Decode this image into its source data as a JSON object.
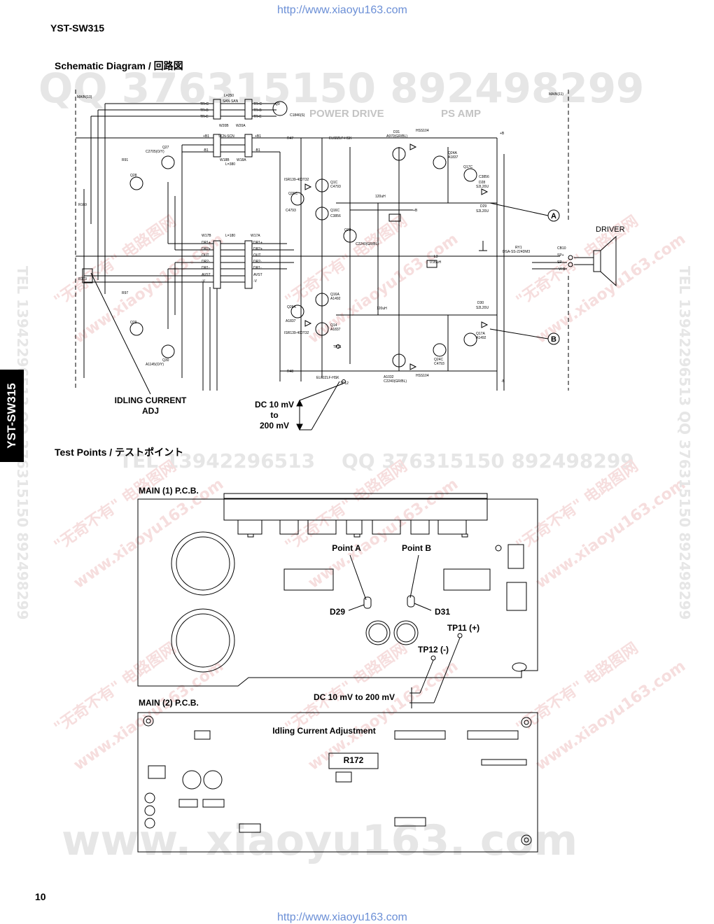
{
  "header": {
    "url_top": "http://www.xiaoyu163.com",
    "model": "YST-SW315"
  },
  "footer": {
    "page_number": "10",
    "url_bottom": "http://www.xiaoyu163.com"
  },
  "side_tab": {
    "label": "YST-SW315"
  },
  "watermarks": {
    "qq_top": "QQ 376315150   892498299",
    "qq_mid_left": "TEL 13942296513",
    "qq_mid_right": "QQ 376315150  892498299",
    "site_large": "www. xiaoyu163. com",
    "cn_stamp": "\"无奇不有\" 电路图网",
    "site_small": "www.xiaoyu163.com",
    "right_vertical": "TEL 13942296513  QQ 376315150  892498299",
    "left_vertical": "TEL 13942296513  QQ 376315150  892498299"
  },
  "schematic": {
    "title": "Schematic Diagram / 回路図",
    "blocks": [
      "POWER DRIVE",
      "PS AMP"
    ],
    "main_tags": [
      "MAIN(10)",
      "MAIN(11)"
    ],
    "connector_labels_top": [
      "TR-C",
      "TR-B",
      "TR-E"
    ],
    "connector_labels_mid": [
      "DR1+",
      "DR2+",
      "OUT",
      "DR2-",
      "DR1-",
      "AVST",
      "-V"
    ],
    "parts": [
      "L=250",
      "SAN-SAN",
      "W20B",
      "W20A",
      "Q9",
      "C1846(S)",
      "+B1",
      "-B1",
      "SCN-SCN",
      "W18B",
      "W18A",
      "L=380",
      "R47",
      "Q27",
      "C2705(O/Y)",
      "Q28",
      "Q29",
      "Q30",
      "A1145(O/Y)",
      "R91",
      "R97",
      "R169",
      "R173",
      "W17B",
      "W17A",
      "L=180",
      "D31",
      "A970(GR/BL)",
      "HSS104",
      "Q24A",
      "A1837",
      "Q17C",
      "C3856",
      "D28",
      "S2L20U",
      "D29",
      "D30",
      "Q16C",
      "Q26C",
      "C4793",
      "Q23",
      "C2240(GR/BL)",
      "Q26A",
      "Q16A",
      "A1492",
      "Q17A",
      "Q24C",
      "A1032",
      "R172",
      "R48",
      "EL02ZLF-HSK",
      "ISR139-400T32",
      "L2",
      "120uH",
      "L3",
      "0.95uH",
      "RY1",
      "DSA-SS-224DM3",
      "CB10",
      "SP+",
      "SP-",
      "VH1",
      "+B",
      "-B"
    ],
    "driver_label": "DRIVER",
    "point_a": "A",
    "point_b": "B",
    "idling_label_line1": "IDLING CURRENT",
    "idling_label_line2": "ADJ",
    "dc_line1": "DC 10 mV",
    "dc_line2": "to",
    "dc_line3": "200 mV"
  },
  "test_points": {
    "title": "Test Points / テストポイント",
    "main1_title": "MAIN (1) P.C.B.",
    "main2_title": "MAIN (2) P.C.B.",
    "point_a": "Point A",
    "point_b": "Point B",
    "d29": "D29",
    "d31": "D31",
    "tp11": "TP11 (+)",
    "tp12": "TP12 (-)",
    "dc_range": "DC 10 mV to 200 mV",
    "idling": "Idling Current Adjustment",
    "r172": "R172"
  }
}
